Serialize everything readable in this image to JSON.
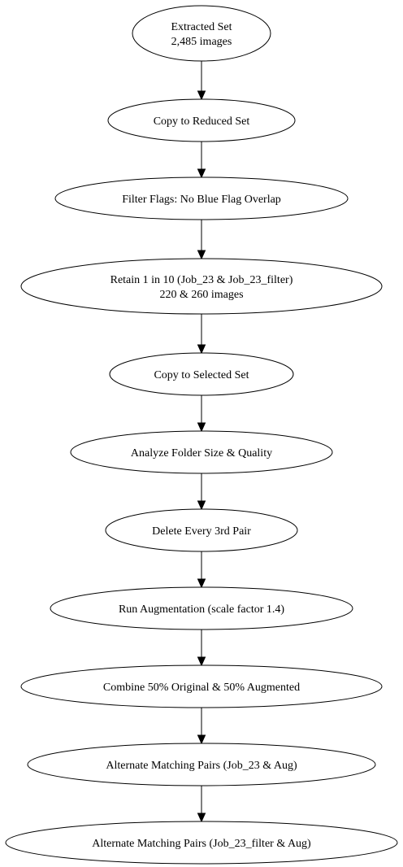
{
  "nodes": [
    {
      "id": "extracted-set",
      "lines": [
        "Extracted Set",
        "2,485 images"
      ]
    },
    {
      "id": "copy-to-reduced-set",
      "lines": [
        "Copy to Reduced Set"
      ]
    },
    {
      "id": "filter-flags",
      "lines": [
        "Filter Flags: No Blue Flag Overlap"
      ]
    },
    {
      "id": "retain-1-in-10",
      "lines": [
        "Retain 1 in 10 (Job_23 & Job_23_filter)",
        "220 & 260 images"
      ]
    },
    {
      "id": "copy-to-selected-set",
      "lines": [
        "Copy to Selected Set"
      ]
    },
    {
      "id": "analyze-folder",
      "lines": [
        "Analyze Folder Size & Quality"
      ]
    },
    {
      "id": "delete-every-3rd-pair",
      "lines": [
        "Delete Every 3rd Pair"
      ]
    },
    {
      "id": "run-augmentation",
      "lines": [
        "Run Augmentation (scale factor 1.4)"
      ]
    },
    {
      "id": "combine-original-augmented",
      "lines": [
        "Combine 50% Original & 50% Augmented"
      ]
    },
    {
      "id": "alternate-pairs-job23",
      "lines": [
        "Alternate Matching Pairs (Job_23 & Aug)"
      ]
    },
    {
      "id": "alternate-pairs-job23-filter",
      "lines": [
        "Alternate Matching Pairs (Job_23_filter & Aug)"
      ]
    }
  ],
  "edges": [
    {
      "from": "extracted-set",
      "to": "copy-to-reduced-set"
    },
    {
      "from": "copy-to-reduced-set",
      "to": "filter-flags"
    },
    {
      "from": "filter-flags",
      "to": "retain-1-in-10"
    },
    {
      "from": "retain-1-in-10",
      "to": "copy-to-selected-set"
    },
    {
      "from": "copy-to-selected-set",
      "to": "analyze-folder"
    },
    {
      "from": "analyze-folder",
      "to": "delete-every-3rd-pair"
    },
    {
      "from": "delete-every-3rd-pair",
      "to": "run-augmentation"
    },
    {
      "from": "run-augmentation",
      "to": "combine-original-augmented"
    },
    {
      "from": "combine-original-augmented",
      "to": "alternate-pairs-job23"
    },
    {
      "from": "alternate-pairs-job23",
      "to": "alternate-pairs-job23-filter"
    }
  ]
}
